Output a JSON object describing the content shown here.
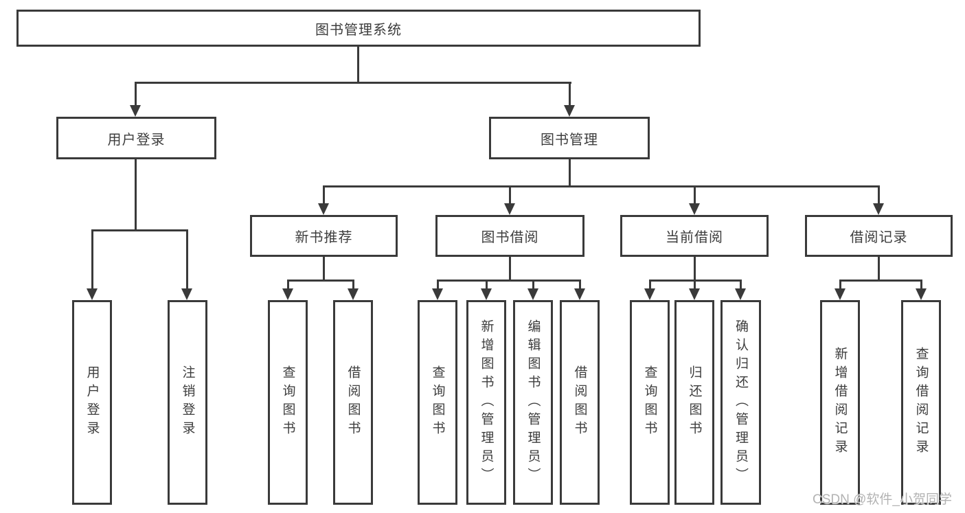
{
  "diagram": {
    "root": {
      "label": "图书管理系统"
    },
    "branches": [
      {
        "label": "用户登录",
        "children": [
          {
            "label": "用户登录"
          },
          {
            "label": "注销登录"
          }
        ]
      },
      {
        "label": "图书管理",
        "children": [
          {
            "label": "新书推荐",
            "children": [
              {
                "label": "查询图书"
              },
              {
                "label": "借阅图书"
              }
            ]
          },
          {
            "label": "图书借阅",
            "children": [
              {
                "label": "查询图书"
              },
              {
                "label": "新增图书（管理员）"
              },
              {
                "label": "编辑图书（管理员）"
              },
              {
                "label": "借阅图书"
              }
            ]
          },
          {
            "label": "当前借阅",
            "children": [
              {
                "label": "查询图书"
              },
              {
                "label": "归还图书"
              },
              {
                "label": "确认归还（管理员）"
              }
            ]
          },
          {
            "label": "借阅记录",
            "children": [
              {
                "label": "新增借阅记录"
              },
              {
                "label": "查询借阅记录"
              }
            ]
          }
        ]
      }
    ]
  },
  "watermark": {
    "text": "CSDN @软件_小贺同学"
  },
  "colors": {
    "line": "#3a3a3a",
    "text": "#3d3d3d",
    "watermark": "#b3b3b3",
    "bg": "#ffffff"
  }
}
